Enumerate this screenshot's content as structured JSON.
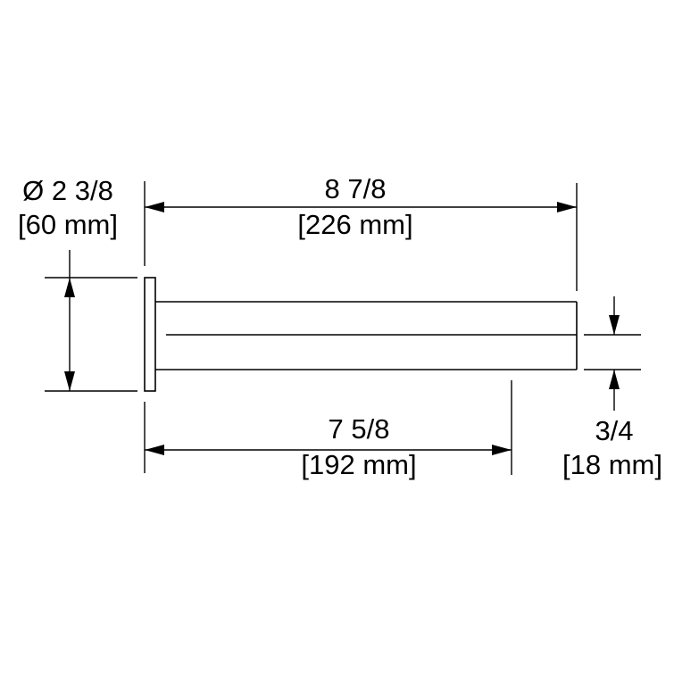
{
  "colors": {
    "background": "#ffffff",
    "line": "#000000"
  },
  "dimensions": {
    "diameter": {
      "imperial": "Ø 2 3/8",
      "metric": "[60 mm]"
    },
    "overall_length": {
      "imperial": "8 7/8",
      "metric": "[226 mm]"
    },
    "spout_length": {
      "imperial": "7 5/8",
      "metric": "[192 mm]"
    },
    "spout_height": {
      "imperial": "3/4",
      "metric": "[18 mm]"
    }
  }
}
